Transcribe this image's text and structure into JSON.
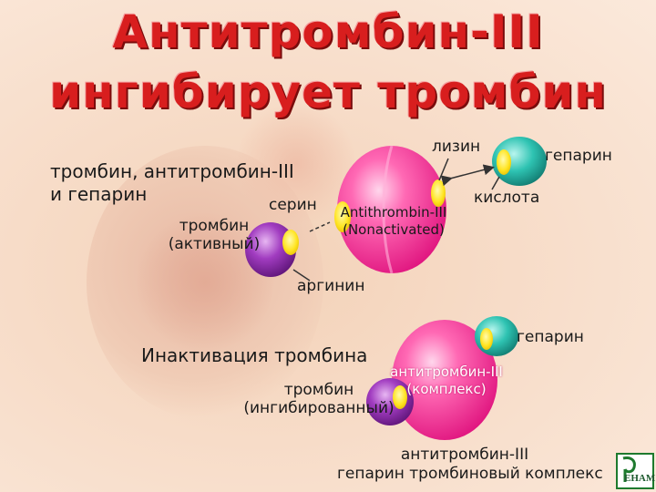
{
  "title": {
    "line1": "Антитромбин-III",
    "line2": "ингибирует тромбин"
  },
  "top_section": {
    "heading_line1": "тромбин, антитромбин-III",
    "heading_line2": "и гепарин",
    "serine": "серин",
    "thrombin_line1": "тромбин",
    "thrombin_line2": "(активный)",
    "antithrombin_line1": "Antithrombin-III",
    "antithrombin_line2": "(Nonactivated)",
    "lysine": "лизин",
    "heparin": "гепарин",
    "acid": "кислота",
    "arginine": "аргинин"
  },
  "bottom_section": {
    "heading": "Инактивация тромбина",
    "heparin": "гепарин",
    "antithrombin_line1": "антитромбин-III",
    "antithrombin_line2": "(комплекс)",
    "thrombin_line1": "тромбин",
    "thrombin_line2": "(ингибированный)",
    "caption_line1": "антитромбин-III",
    "caption_line2": "гепарин тромбиновый комплекс"
  },
  "colors": {
    "title": "#d81e1e",
    "antithrombin": "#ff3c9a",
    "thrombin": "#8a2aa0",
    "heparin": "#1fa89a",
    "binding_site": "#ffe02a"
  },
  "logo": {
    "text": "ЕНАМ"
  }
}
